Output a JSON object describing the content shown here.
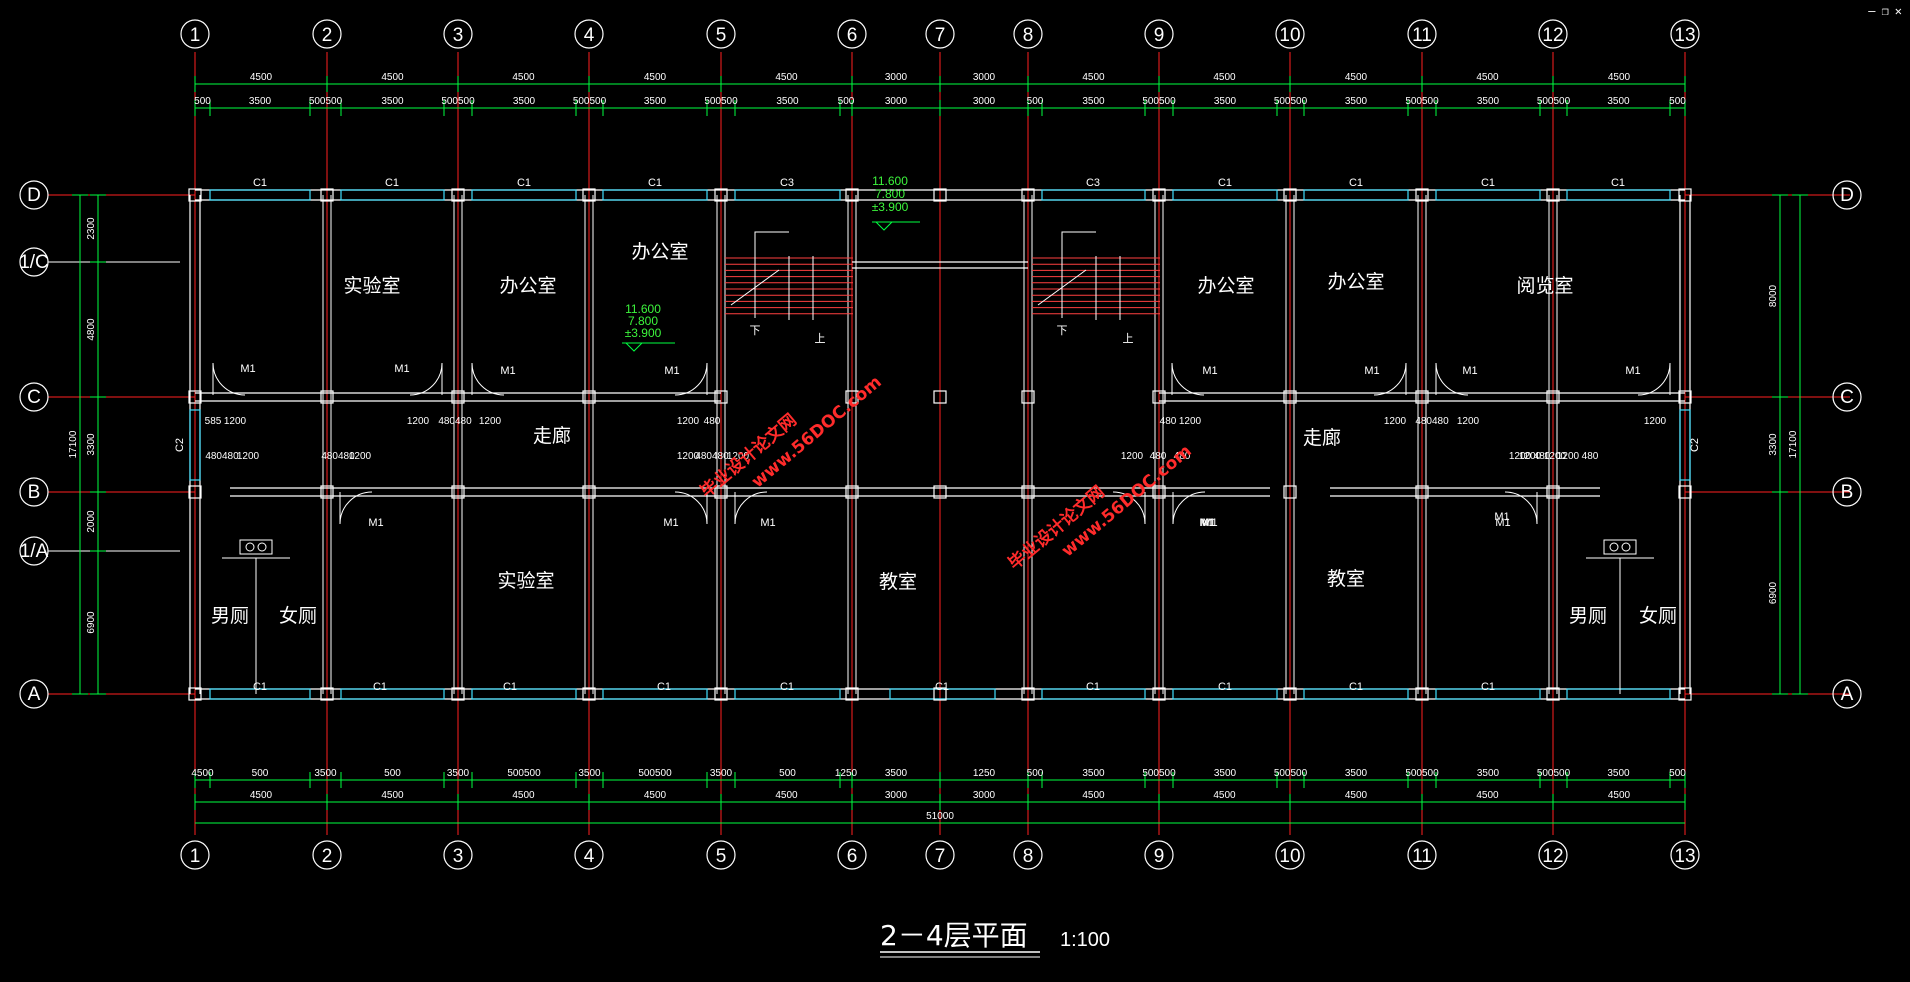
{
  "window_controls": [
    "–",
    "❐",
    "✕"
  ],
  "colors": {
    "background": "#000000",
    "wall": "#ffffff",
    "axis": "#ff2020",
    "dimension": "#00ff40",
    "window": "#40e0ff",
    "stair": "#ff4040",
    "watermark": "#ff2b2b"
  },
  "axes_numbered": [
    "1",
    "2",
    "3",
    "4",
    "5",
    "6",
    "7",
    "8",
    "9",
    "10",
    "11",
    "12",
    "13"
  ],
  "axes_lettered": [
    "D",
    "1/C",
    "C",
    "B",
    "1/A",
    "A"
  ],
  "dims": {
    "top_outer": [
      "4500",
      "4500",
      "4500",
      "4500",
      "4500",
      "3000",
      "3000",
      "4500",
      "4500",
      "4500",
      "4500",
      "4500"
    ],
    "top_inner": [
      "500",
      "3500",
      "500500",
      "3500",
      "500500",
      "3500",
      "500500",
      "3500",
      "500500",
      "3500",
      "500",
      "3000",
      "3000",
      "500",
      "3500",
      "500500",
      "3500",
      "500500",
      "3500",
      "500500",
      "3500",
      "500500",
      "3500",
      "500"
    ],
    "bottom_inner": [
      "4500",
      "500",
      "3500",
      "500",
      "3500",
      "500500",
      "3500",
      "500500",
      "3500",
      "500",
      "1250",
      "3500",
      "1250",
      "500",
      "3500",
      "500500",
      "3500",
      "500500",
      "3500",
      "500500",
      "3500",
      "500500",
      "3500",
      "500"
    ],
    "bottom_outer": [
      "4500",
      "4500",
      "4500",
      "4500",
      "4500",
      "3000",
      "3000",
      "4500",
      "4500",
      "4500",
      "4500",
      "4500"
    ],
    "bottom_total": "51000",
    "left_outer": [
      "2300",
      "4800",
      "3300",
      "2000",
      "6900"
    ],
    "left_total": "17100",
    "right_outer": [
      "8000",
      "3300",
      "6900"
    ],
    "right_total": "17100",
    "door_dims": [
      "585",
      "1200",
      "1200",
      "480480",
      "1200",
      "1200",
      "480",
      "480",
      "1200",
      "1200",
      "480480",
      "1200",
      "1200",
      "480480",
      "1200",
      "1200",
      "480480",
      "1200",
      "1200",
      "480",
      "480",
      "1200",
      "1200",
      "480480",
      "1200",
      "1200",
      "480",
      "1200",
      "480"
    ]
  },
  "rooms": [
    "实验室",
    "办公室",
    "办公室",
    "走廊",
    "实验室",
    "男厕",
    "女厕",
    "教室",
    "办公室",
    "办公室",
    "阅览室",
    "走廊",
    "教室",
    "男厕",
    "女厕"
  ],
  "labels": {
    "windows_top": [
      "C1",
      "C1",
      "C1",
      "C1",
      "C3",
      "C3",
      "C1",
      "C1",
      "C1",
      "C1"
    ],
    "windows_bottom": [
      "C1",
      "C1",
      "C1",
      "C1",
      "C1",
      "C1",
      "C1",
      "C1",
      "C1",
      "C1",
      "C1"
    ],
    "windows_side": [
      "C2",
      "C2"
    ],
    "doors": [
      "M1",
      "M1",
      "M1",
      "M1",
      "M1",
      "M1",
      "M1",
      "M1",
      "M1",
      "M1",
      "M1",
      "M1",
      "M1",
      "M1",
      "M1",
      "M1"
    ],
    "stairs": [
      "下",
      "上",
      "下",
      "上"
    ]
  },
  "elevations": {
    "top": [
      "11.600",
      "7.800",
      "±3.900"
    ],
    "room": [
      "11.600",
      "7.800",
      "±3.900"
    ]
  },
  "watermarks": [
    "毕业设计论文网",
    "www.56DOC.com",
    "毕业设计论文网",
    "www.56DOC.com"
  ],
  "title": "2－4层平面",
  "scale": "1:100"
}
